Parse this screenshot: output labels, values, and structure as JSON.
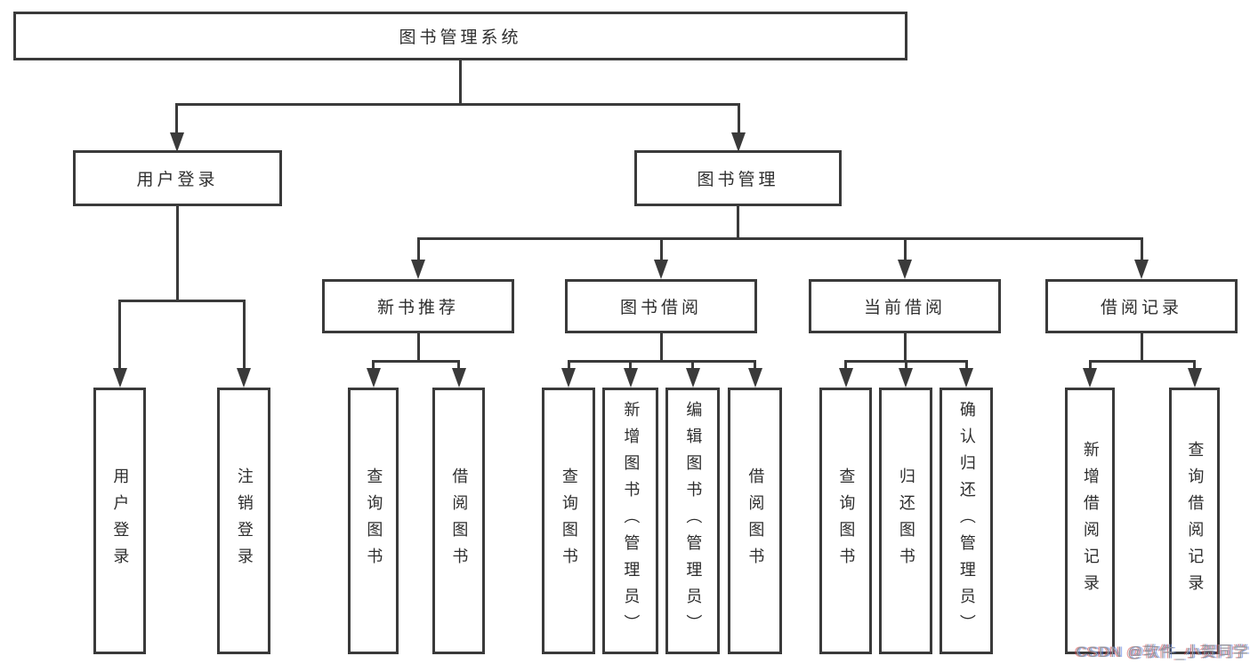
{
  "diagram": {
    "root_label": "图书管理系统",
    "branches": [
      {
        "label": "用户登录",
        "children": [
          "用户登录",
          "注销登录"
        ]
      },
      {
        "label": "图书管理",
        "children": [
          {
            "label": "新书推荐",
            "children": [
              "查询图书",
              "借阅图书"
            ]
          },
          {
            "label": "图书借阅",
            "children": [
              "查询图书",
              "新增图书（管理员）",
              "编辑图书（管理员）",
              "借阅图书"
            ]
          },
          {
            "label": "当前借阅",
            "children": [
              "查询图书",
              "归还图书",
              "确认归还（管理员）"
            ]
          },
          {
            "label": "借阅记录",
            "children": [
              "新增借阅记录",
              "查询借阅记录"
            ]
          }
        ]
      }
    ],
    "colors": {
      "ink": "#3a3a3a",
      "background": "#ffffff",
      "watermark": "#8f949b"
    }
  },
  "watermark": "CSDN @软件_小贺同学"
}
